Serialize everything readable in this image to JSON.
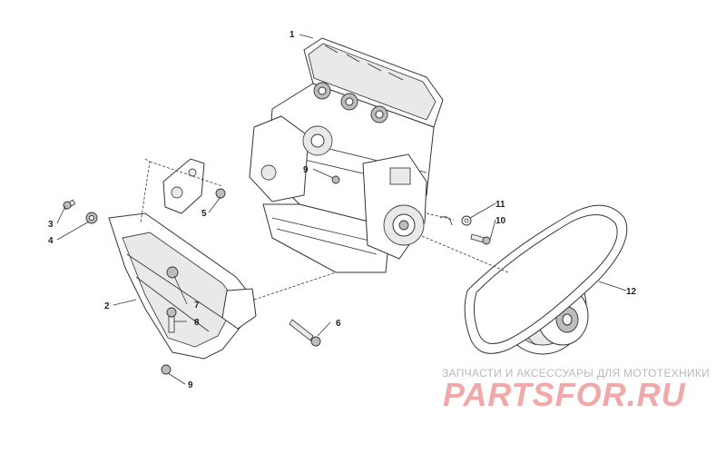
{
  "callouts": {
    "c1": "1",
    "c2": "2",
    "c3": "3",
    "c4": "4",
    "c5": "5",
    "c6": "6",
    "c7": "7",
    "c8": "8",
    "c9a": "9",
    "c9b": "9",
    "c10": "10",
    "c11": "11",
    "c12": "12"
  },
  "watermark": {
    "tagline": "ЗАПЧАСТИ И АКСЕССУАРЫ ДЛЯ МОТОТЕХНИКИ",
    "logo": "PARTSFOR.RU",
    "logo_color": "#f0a8a8"
  }
}
